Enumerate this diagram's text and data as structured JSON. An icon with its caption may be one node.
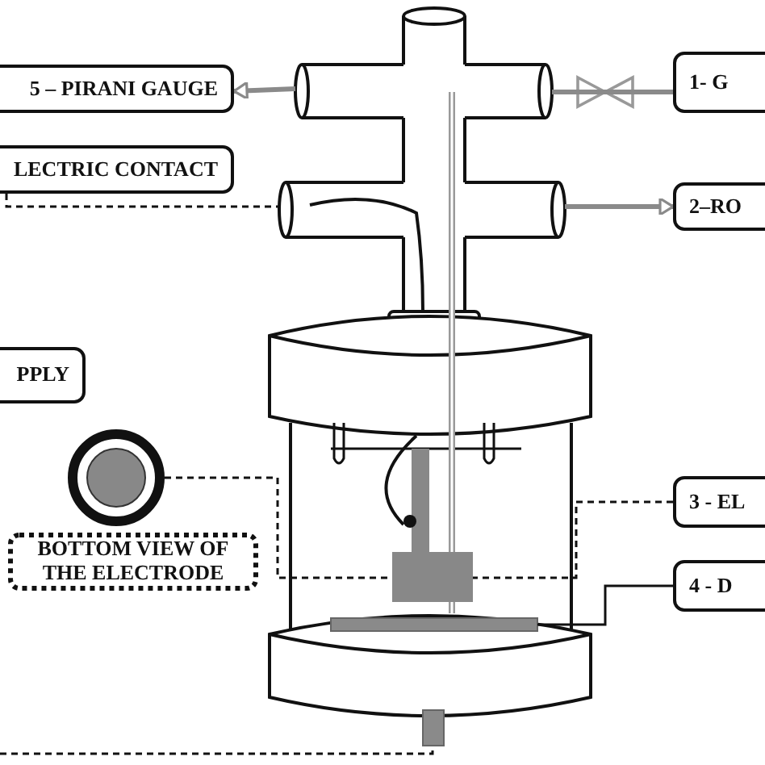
{
  "diagram": {
    "nodes": [
      {
        "text": [
          "5 – PIRANI GAUGE"
        ]
      },
      {
        "text": [
          "1- G"
        ]
      },
      {
        "text": [
          "LECTRIC CONTACT"
        ]
      },
      {
        "text": [
          "2–RO"
        ]
      },
      {
        "text": [
          "PPLY"
        ]
      },
      {
        "text": [],
        "shape": "circle"
      },
      {
        "text": [
          "BOTTOM VIEW OF THE ELECTRODE"
        ]
      },
      {
        "text": [
          "3 - EL"
        ]
      },
      {
        "text": [
          "4 - D"
        ]
      },
      {
        "text": [],
        "shape": "cylinder"
      },
      {
        "text": [],
        "shape": "cylinder"
      },
      {
        "text": [],
        "shape": "cylinder"
      },
      {
        "text": [],
        "shape": "cylinder"
      },
      {
        "text": [],
        "shape": "box"
      },
      {
        "text": [],
        "shape": "bar"
      },
      {
        "text": [],
        "shape": "bar"
      }
    ],
    "edges": [
      {
        "from": 9,
        "to": 0,
        "arrow": "to",
        "style": "thick",
        "color": "#8a8a8a"
      },
      {
        "from": 1,
        "to": 10,
        "arrow": "none",
        "style": "thick",
        "color": "#8a8a8a"
      },
      {
        "from": 11,
        "to": 3,
        "arrow": "to",
        "style": "thick",
        "color": "#8a8a8a"
      },
      {
        "from": 2,
        "to": 12,
        "arrow": "none",
        "style": "dashed"
      },
      {
        "from": 5,
        "to": 13,
        "arrow": "none",
        "style": "dashed"
      },
      {
        "from": 7,
        "to": 13,
        "arrow": "none",
        "style": "dashed"
      },
      {
        "from": 8,
        "to": 14,
        "arrow": "none"
      },
      {
        "from": null,
        "to": 15,
        "arrow": "none",
        "style": "dashed"
      }
    ]
  }
}
